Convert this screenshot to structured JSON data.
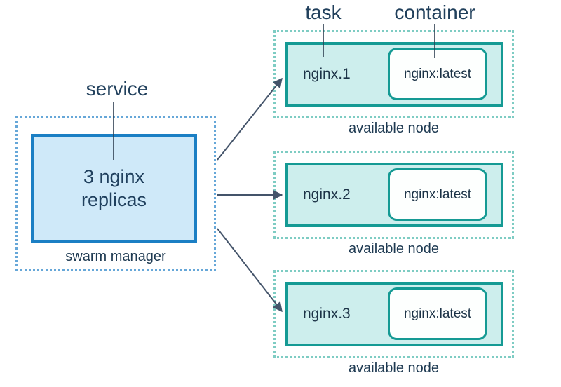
{
  "labels": {
    "service": "service",
    "task": "task",
    "container": "container"
  },
  "manager": {
    "box_text": "3 nginx replicas",
    "caption": "swarm manager"
  },
  "nodes": [
    {
      "task": "nginx.1",
      "container": "nginx:latest",
      "caption": "available node"
    },
    {
      "task": "nginx.2",
      "container": "nginx:latest",
      "caption": "available node"
    },
    {
      "task": "nginx.3",
      "container": "nginx:latest",
      "caption": "available node"
    }
  ],
  "colors": {
    "navy_text": "#1e3a52",
    "service_box_border": "#1b7fc4",
    "service_box_fill": "#cfe9f9",
    "manager_dash": "#66a7d8",
    "task_box_border": "#159a94",
    "task_box_fill": "#cdeeed",
    "node_dash": "#7eccc3",
    "container_box_fill": "#ffffff",
    "arrow": "#44546a"
  }
}
